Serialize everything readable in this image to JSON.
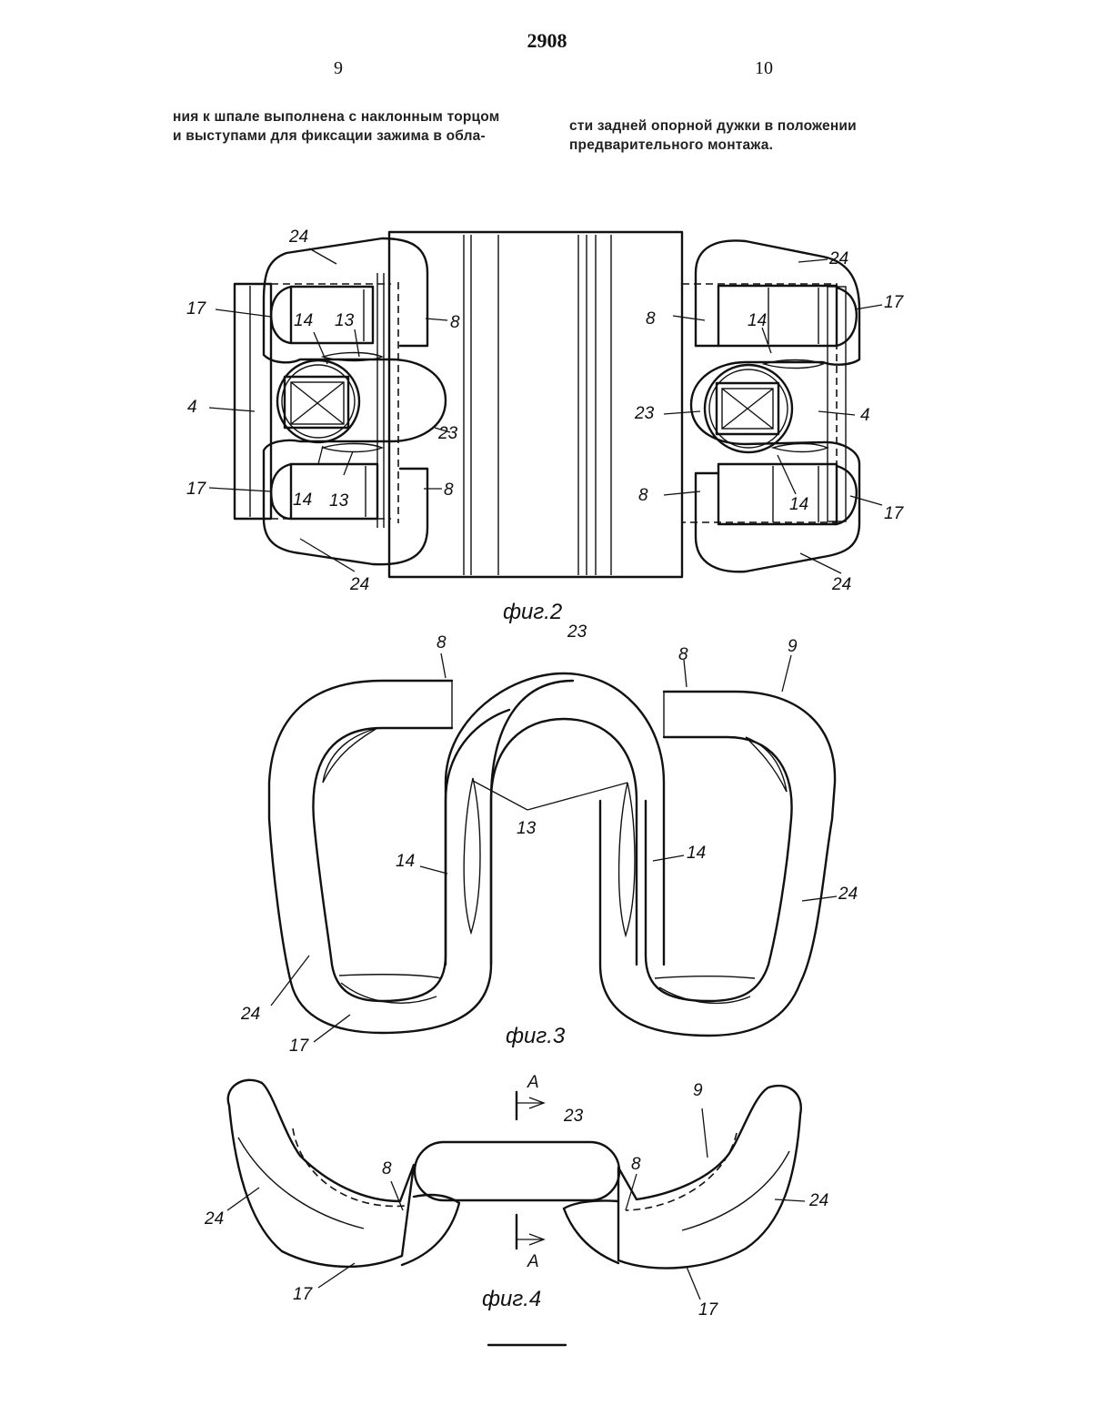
{
  "header": {
    "page_number": "2908",
    "left_column_number": "9",
    "right_column_number": "10"
  },
  "text": {
    "left_line1": "ния к шпале выполнена с наклонным торцом",
    "left_line2": "и выступами для фиксации зажима в обла-",
    "right_line1": "сти задней опорной дужки в положении",
    "right_line2": "предварительного монтажа."
  },
  "figures": {
    "fig2": {
      "caption": "фиг.2",
      "labels": {
        "l24a": "24",
        "l24b": "24",
        "l24c": "24",
        "l24d": "24",
        "l17a": "17",
        "l17b": "17",
        "l17c": "17",
        "l17d": "17",
        "l14a": "14",
        "l14b": "14",
        "l14c": "14",
        "l14d": "14",
        "l13a": "13",
        "l13b": "13",
        "l8a": "8",
        "l8b": "8",
        "l8c": "8",
        "l8d": "8",
        "l4a": "4",
        "l4b": "4",
        "l23a": "23",
        "l23b": "23"
      }
    },
    "fig3": {
      "caption": "фиг.3",
      "labels": {
        "l8a": "8",
        "l8b": "8",
        "l23": "23",
        "l9": "9",
        "l13": "13",
        "l14a": "14",
        "l14b": "14",
        "l24a": "24",
        "l24b": "24",
        "l17": "17"
      }
    },
    "fig4": {
      "caption": "фиг.4",
      "labels": {
        "lA1": "A",
        "lA2": "A",
        "l23": "23",
        "l9": "9",
        "l8a": "8",
        "l8b": "8",
        "l24a": "24",
        "l24b": "24",
        "l17a": "17",
        "l17b": "17"
      }
    }
  }
}
